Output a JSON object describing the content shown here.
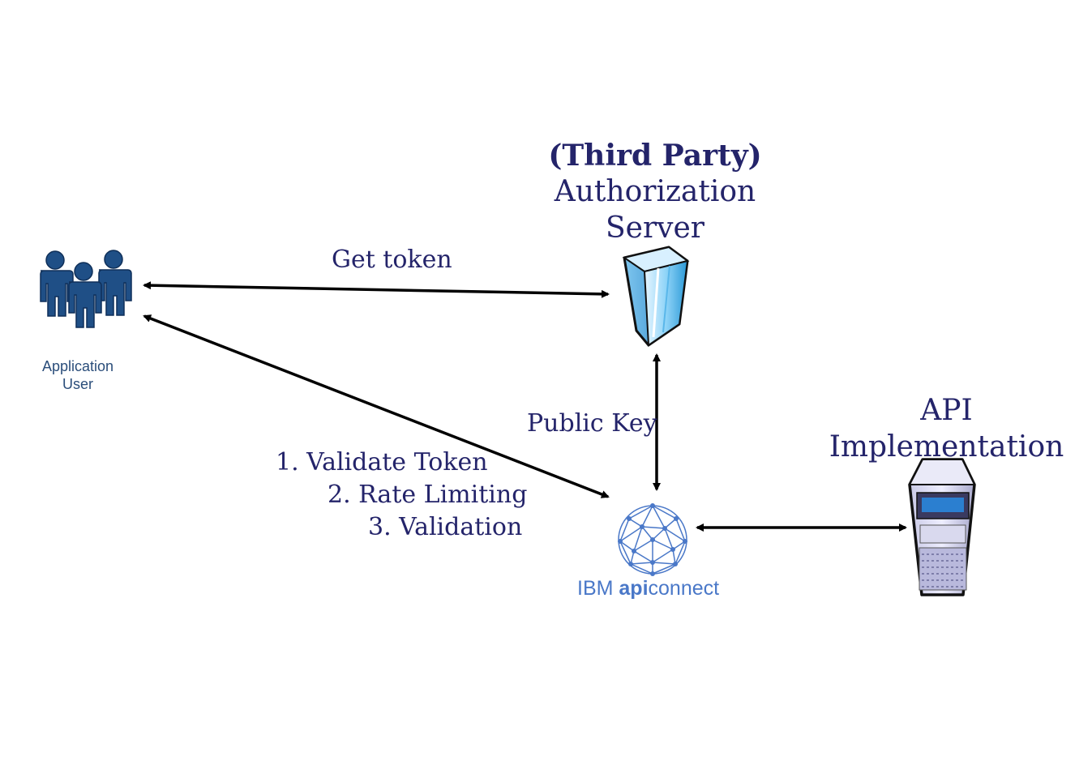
{
  "auth_server": {
    "title_line1": "(Third Party)",
    "title_line2": "Authorization",
    "title_line3": "Server",
    "icon": "server-tower-icon"
  },
  "api_impl": {
    "title_line1": "API",
    "title_line2": "Implementation",
    "icon": "server-computer-icon"
  },
  "user": {
    "label_line1": "Application",
    "label_line2": "User",
    "icon": "users-group-icon"
  },
  "gateway": {
    "brand_prefix": "IBM ",
    "brand_bold": "api",
    "brand_suffix": "connect",
    "icon": "geodesic-sphere-icon"
  },
  "edges": {
    "get_token": "Get token",
    "public_key": "Public Key",
    "validate_token": "1. Validate Token",
    "rate_limiting": "2. Rate Limiting",
    "validation": "3. Validation"
  },
  "colors": {
    "text": "#24246a",
    "user_icon": "#1f4f86",
    "ibm": "#4a78c8",
    "arrow": "#000000"
  }
}
